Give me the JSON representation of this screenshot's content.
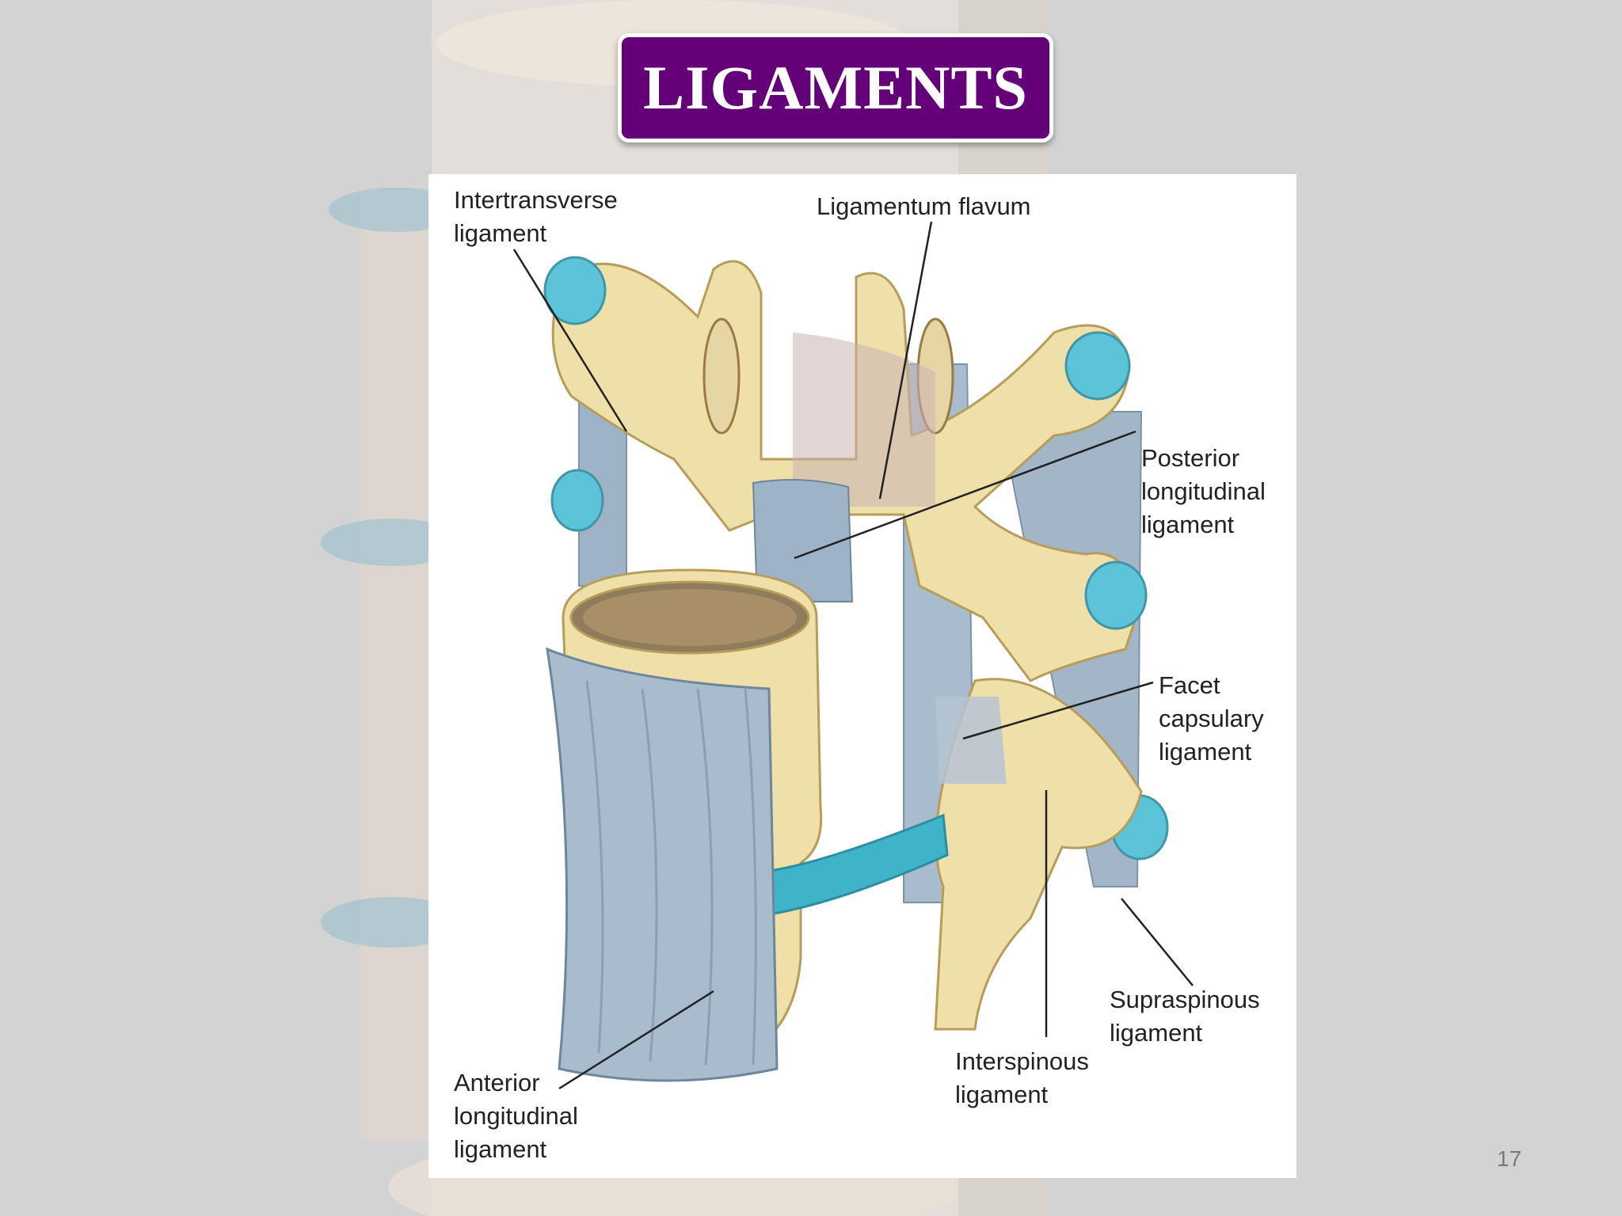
{
  "slide": {
    "title": "LIGAMENTS",
    "page_number": "17"
  },
  "figure": {
    "labels": {
      "intertransverse": "Intertransverse\nligament",
      "flavum": "Ligamentum flavum",
      "posterior_longitudinal": "Posterior\nlongitudinal\nligament",
      "facet_capsulary": "Facet\ncapsulary\nligament",
      "supraspinous": "Supraspinous\nligament",
      "interspinous": "Interspinous\nligament",
      "anterior_longitudinal": "Anterior\nlongitudinal\nligament"
    }
  },
  "colors": {
    "title_bg": "#640078",
    "bone": "#efdfa8",
    "bone_shadow": "#c9b27a",
    "ligament": "#9fb3c6",
    "cartilage": "#5cc3d8",
    "disc": "#3fb3c7"
  }
}
